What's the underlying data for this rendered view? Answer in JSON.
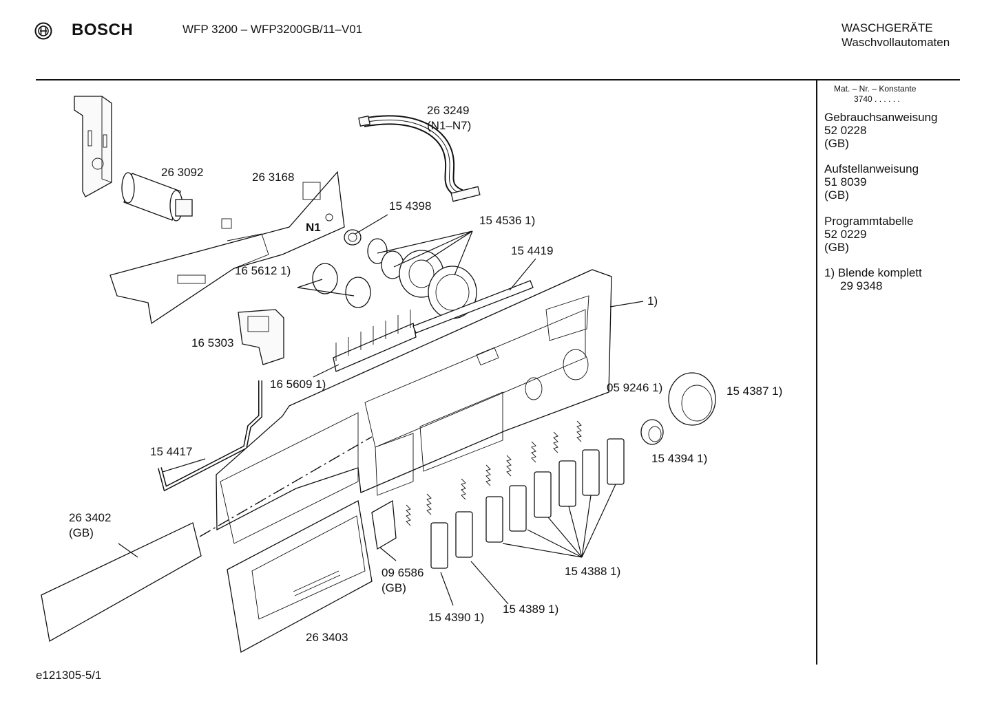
{
  "header": {
    "brand": "BOSCH",
    "model": "WFP 3200 – WFP3200GB/11–V01",
    "category_line1": "WASCHGERÄTE",
    "category_line2": "Waschvollautomaten"
  },
  "sidebar": {
    "mat_label": "Mat. – Nr. – Konstante",
    "mat_value": "3740 . . . . . .",
    "entries": [
      {
        "title": "Gebrauchsanweisung",
        "number": "52 0228",
        "note": "(GB)"
      },
      {
        "title": "Aufstellanweisung",
        "number": "51 8039",
        "note": "(GB)"
      },
      {
        "title": "Programmtabelle",
        "number": "52 0229",
        "note": "(GB)"
      }
    ],
    "footnote_title": "1) Blende komplett",
    "footnote_number": "29 9348"
  },
  "parts": {
    "p263249": "26 3249",
    "p263249_sub": "(N1–N7)",
    "p263092": "26 3092",
    "p263168": "26 3168",
    "n1": "N1",
    "p154398": "15 4398",
    "p154536": "15 4536 1)",
    "p154419": "15 4419",
    "p165612": "16 5612 1)",
    "panel": "1)",
    "p165303": "16 5303",
    "p165609": "16 5609 1)",
    "p059246": "05 9246 1)",
    "p154387": "15 4387 1)",
    "p154417": "15 4417",
    "p154394": "15 4394 1)",
    "p263402": "26 3402",
    "p263402_sub": "(GB)",
    "p096586": "09 6586",
    "p096586_sub": "(GB)",
    "p154388": "15 4388 1)",
    "p154389": "15 4389 1)",
    "p154390": "15 4390 1)",
    "p263403": "26 3403"
  },
  "footer": {
    "code": "e121305-5/1"
  }
}
